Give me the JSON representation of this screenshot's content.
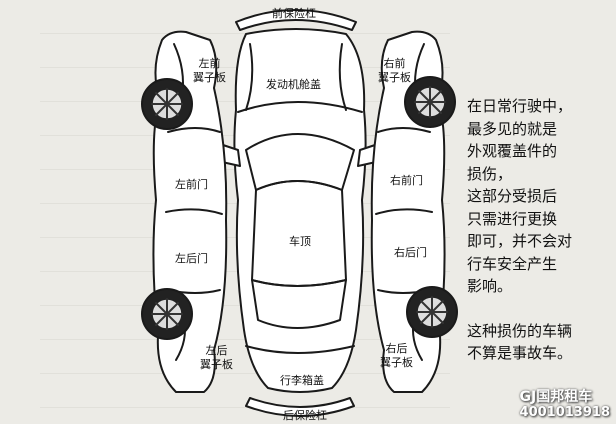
{
  "labels": {
    "front_bumper": "前保险杠",
    "hood": "发动机舱盖",
    "left_front_fender": "左前\n翼子板",
    "right_front_fender": "右前\n翼子板",
    "left_front_door": "左前门",
    "right_front_door": "右前门",
    "roof": "车顶",
    "left_rear_door": "左后门",
    "right_rear_door": "右后门",
    "left_rear_fender": "左后\n翼子板",
    "right_rear_fender": "右后\n翼子板",
    "trunk_lid": "行李箱盖",
    "rear_bumper": "后保险杠"
  },
  "note": {
    "lines_1": [
      "在日常行驶中，",
      "最多见的就是",
      "外观覆盖件的",
      "损伤，",
      "这部分受损后",
      "只需进行更换",
      "即可，并不会对",
      "行车安全产生",
      "影响。"
    ],
    "lines_2": [
      "这种损伤的车辆",
      "不算是事故车。"
    ]
  },
  "watermark": {
    "brand": "GJ国邦租车",
    "phone": "4001013918"
  }
}
